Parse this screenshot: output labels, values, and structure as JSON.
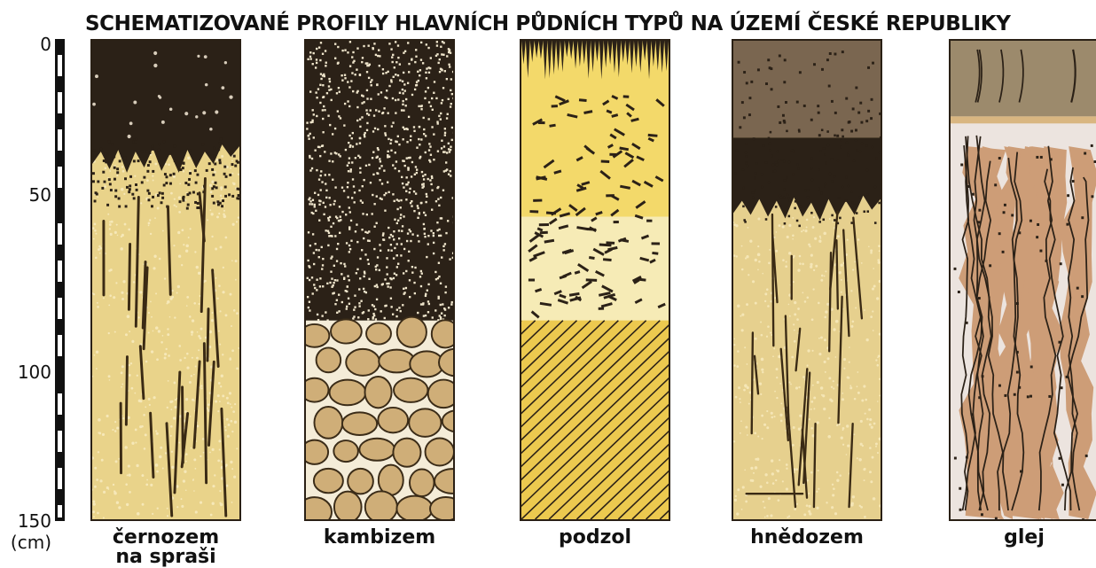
{
  "title": "SCHEMATIZOVANÉ PROFILY HLAVNÍCH PŮDNÍCH TYPŮ NA ÚZEMÍ ČESKÉ REPUBLIKY",
  "scale": {
    "ticks": [
      "0",
      "50",
      "100",
      "150"
    ],
    "unit": "(cm)",
    "max_depth_cm": 150
  },
  "profiles": [
    {
      "name": "černozem na spraši",
      "label_line1": "černozem",
      "label_line2": "na spraši"
    },
    {
      "name": "kambizem",
      "label_line1": "kambizem"
    },
    {
      "name": "podzol",
      "label_line1": "podzol"
    },
    {
      "name": "hnědozem",
      "label_line1": "hnědozem"
    },
    {
      "name": "glej",
      "label_line1": "glej"
    }
  ],
  "colors": {
    "dark_humus": "#2b2117",
    "loess_yellow": "#e9d38a",
    "sand_yellow": "#eccf5e",
    "stone": "#cfae78",
    "brown_topsoil": "#7a6650",
    "gley_grey": "#ece4df",
    "rust": "#c89166"
  }
}
